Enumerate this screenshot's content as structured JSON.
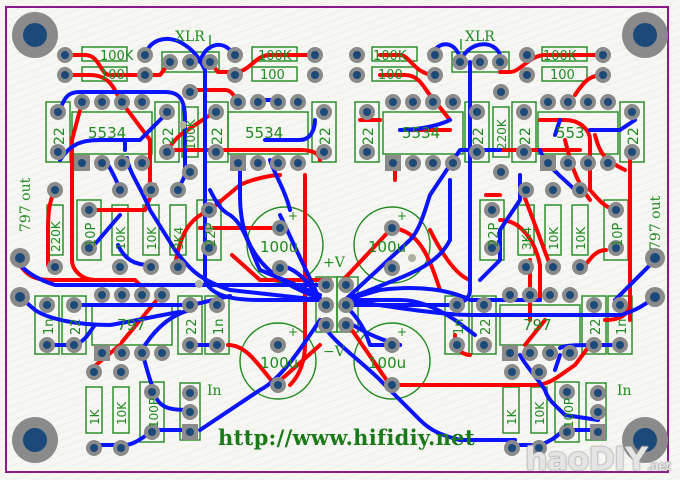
{
  "board": {
    "outline_color": "#8a1a8a",
    "trace_top_color": "#ff0000",
    "trace_bottom_color": "#0a14ff",
    "silkscreen_color": "#1f8a1f",
    "pad_color": "#8a8a8a",
    "hole_color": "#1b4a7a"
  },
  "labels": {
    "xlr_left": "XLR",
    "xlr_right": "XLR",
    "out_left": "797 out",
    "out_right": "797 out",
    "in_left": "In",
    "in_right": "In",
    "power_plus": "+V",
    "power_minus": "−V",
    "url": "http://www.hifidiy.net",
    "watermark": "haoDIY",
    "watermark_suffix": ".net"
  },
  "components": {
    "top_resistors_left": [
      "100K",
      "100",
      "100K",
      "100"
    ],
    "top_resistors_right": [
      "100K",
      "100",
      "100K",
      "100"
    ],
    "opamps": [
      "5534",
      "5534",
      "5534",
      "553"
    ],
    "caps_22_top": [
      "22",
      "22",
      "22",
      "22",
      "22",
      "22",
      "22",
      "22"
    ],
    "mid_resistor_left": "100K",
    "mid_resistor_right": "220K",
    "left_feedback": [
      "220K",
      "10P",
      "10K",
      "10K",
      "3K4",
      "22P"
    ],
    "right_feedback": [
      "22P",
      "3K4",
      "10K",
      "10K",
      "10P"
    ],
    "electrolytics": [
      "100u",
      "100u",
      "100u",
      "100u"
    ],
    "buffers": [
      "797",
      "797"
    ],
    "buffer_caps_left": [
      "1n",
      "22",
      "22",
      "1n"
    ],
    "buffer_caps_right": [
      "1n",
      "22",
      "22",
      "1n"
    ],
    "input_left": [
      "1K",
      "10K",
      "100P"
    ],
    "input_right": [
      "1K",
      "10K",
      "100P"
    ]
  }
}
